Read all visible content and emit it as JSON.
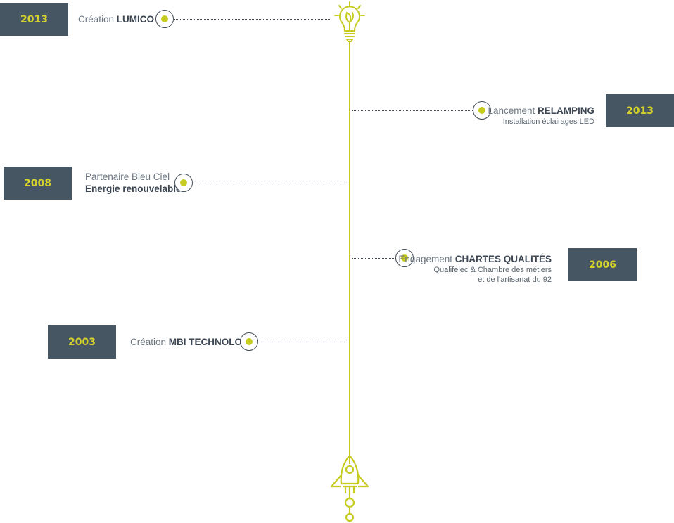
{
  "accent_color": "#c6cb1f",
  "badge_color": "#465663",
  "events": [
    {
      "year": "2013",
      "prefix": "Création ",
      "highlight": "LUMICO",
      "subtitle": ""
    },
    {
      "year": "2013",
      "prefix": "Lancement ",
      "highlight": "RELAMPING",
      "subtitle": "Installation éclairages LED"
    },
    {
      "year": "2008",
      "prefix": "Partenaire Bleu Ciel",
      "highlight": "",
      "subtitle": "Energie renouvelable"
    },
    {
      "year": "2006",
      "prefix": "Engagement ",
      "highlight": "CHARTES QUALITÉS",
      "subtitle": "Qualifelec & Chambre des métiers",
      "subtitle2": "et de l'artisanat du 92"
    },
    {
      "year": "2003",
      "prefix": "Création ",
      "highlight": "MBI TECHNOLOGY",
      "subtitle": ""
    }
  ],
  "icons": {
    "top": "lightbulb-leaf-icon",
    "bottom": "rocket-icon"
  }
}
